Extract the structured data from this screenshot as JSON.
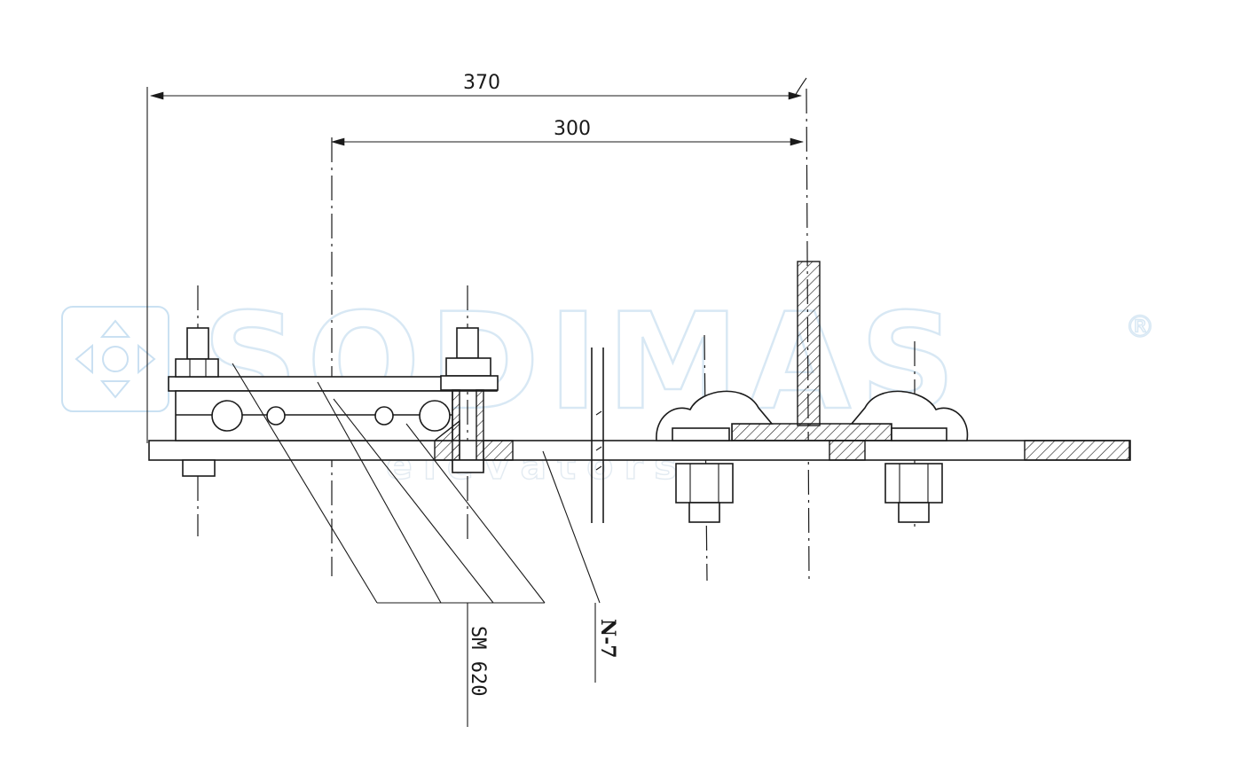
{
  "dimensions": {
    "overall": "370",
    "inner": "300"
  },
  "references": {
    "bracket": "SM 620",
    "rail": "N-7"
  },
  "watermark": {
    "brand": "SODIMAS",
    "registered": "®",
    "tagline": "elevators",
    "color": "#b9d6ec"
  }
}
